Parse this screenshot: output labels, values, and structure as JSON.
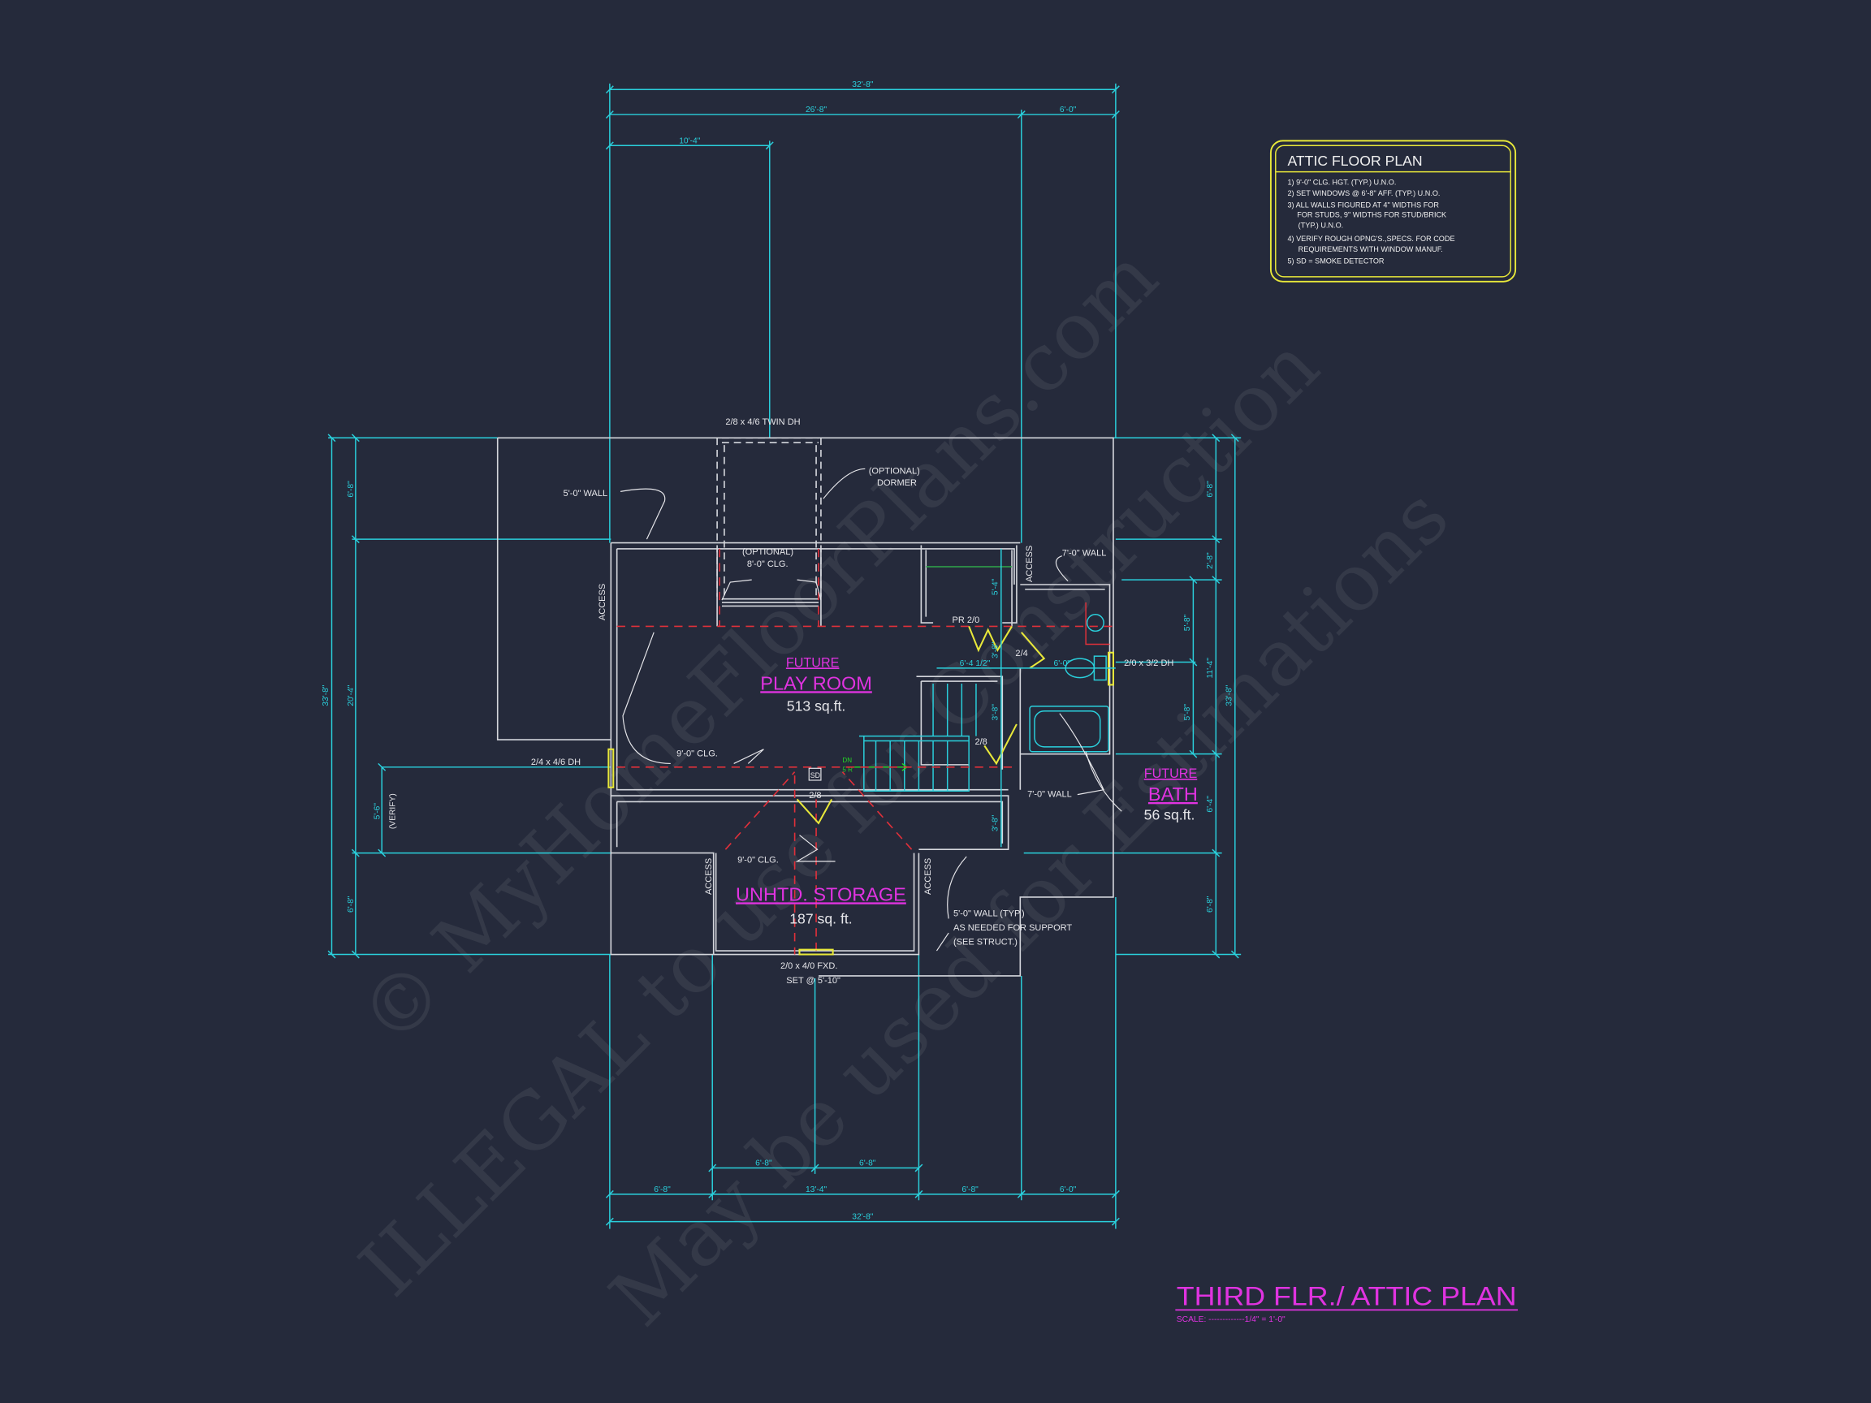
{
  "colors": {
    "background": "#252a3b",
    "dimension": "#2ad0dc",
    "wall": "#d4d6dc",
    "ceiling_line": "#e0303a",
    "door_window": "#e8e83a",
    "room_label": "#e033e0",
    "stair_arrow": "#22dd22"
  },
  "watermark": [
    "© MyHomeFloorPlans.com",
    "ILLEGAL to use for Construction",
    "May be used for Estimations"
  ],
  "dimensions": {
    "top": {
      "overall": "32'-8\"",
      "main": "26'-8\"",
      "right": "6'-0\"",
      "dormer": "10'-4\""
    },
    "bottom": {
      "inner_a": "6'-8\"",
      "inner_b": "6'-8\"",
      "seg1": "6'-8\"",
      "seg2": "13'-4\"",
      "seg3": "6'-8\"",
      "seg4": "6'-0\"",
      "overall": "32'-8\""
    },
    "left": {
      "overall": "33'-8\"",
      "top": "6'-8\"",
      "middle": "20'-4\"",
      "bottom": "6'-8\"",
      "window_offset": "5'-6\"",
      "verify": "(VERIFY)"
    },
    "right": {
      "overall": "33'-8\"",
      "seg1": "6'-8\"",
      "seg2": "2'-8\"",
      "seg3": "11'-4\"",
      "seg4": "6'-4\"",
      "seg5": "6'-8\"",
      "win_a": "5'-8\"",
      "win_b": "5'-8\""
    },
    "interior": {
      "closet": "5'-4\"",
      "hall_w": "6'-4 1/2\"",
      "bath_w": "6'-0\"",
      "hall_a": "3'-8\"",
      "hall_b": "3'-8\"",
      "hall_c": "3'-8\""
    }
  },
  "labels": {
    "twin_dh": "2/8 x 4/6 TWIN DH",
    "dormer_1": "(OPTIONAL)",
    "dormer_2": "DORMER",
    "wall_5ft": "5'-0\" WALL",
    "opt_clg_1": "(OPTIONAL)",
    "opt_clg_2": "8'-0\" CLG.",
    "access": "ACCESS",
    "wall_7ft_top": "7'-0\" WALL",
    "pr_door": "PR 2/0",
    "door_24": "2/4",
    "door_28_stair": "2/8",
    "clg_9_play": "9'-0\" CLG.",
    "sd": "SD",
    "dn": "DN",
    "risers": "5 R",
    "door_28_storage": "2/8",
    "wall_7ft_bottom": "7'-0\" WALL",
    "clg_9_storage": "9'-0\" CLG.",
    "left_window": "2/4 x 4/6 DH",
    "right_window": "2/0 x 3/2 DH",
    "support_1": "5'-0\" WALL (TYP.)",
    "support_2": "AS NEEDED FOR SUPPORT",
    "support_3": "(SEE STRUCT.)",
    "fxd_1": "2/0 x 4/0 FXD.",
    "fxd_2": "SET @ 5'-10\""
  },
  "rooms": [
    {
      "prefix": "FUTURE",
      "name": "PLAY ROOM",
      "area": "513 sq.ft."
    },
    {
      "prefix": "",
      "name": "UNHTD. STORAGE",
      "area": "187 sq. ft."
    },
    {
      "prefix": "FUTURE",
      "name": "BATH",
      "area": "56 sq.ft."
    }
  ],
  "notes": {
    "title": "ATTIC FLOOR PLAN",
    "items": [
      "1) 9'-0\"  CLG. HGT. (TYP.) U.N.O.",
      "2) SET WINDOWS @ 6'-8\" AFF. (TYP.) U.N.O.",
      "3) ALL WALLS FIGURED AT 4\" WIDTHS FOR",
      "FOR STUDS, 9\" WIDTHS FOR STUD/BRICK",
      "(TYP.) U.N.O.",
      "4) VERIFY ROUGH OPNG'S.,SPECS. FOR CODE",
      "REQUIREMENTS WITH WINDOW MANUF.",
      "5) SD = SMOKE DETECTOR"
    ]
  },
  "title_block": {
    "title": "THIRD FLR./ ATTIC PLAN",
    "scale": "SCALE: -------------1/4\" = 1'-0\""
  }
}
